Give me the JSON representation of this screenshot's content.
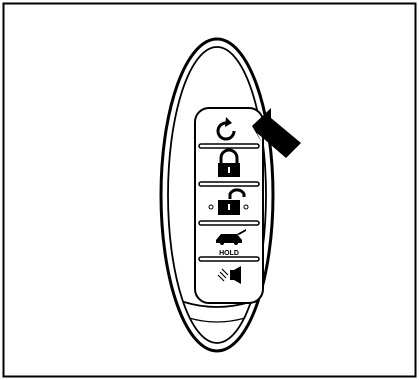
{
  "illustration": {
    "buttons": [
      {
        "name": "remote-start-button",
        "icon": "remote-start-icon"
      },
      {
        "name": "lock-button",
        "icon": "padlock-closed-icon"
      },
      {
        "name": "unlock-button",
        "icon": "padlock-open-icon"
      },
      {
        "name": "trunk-button",
        "icon": "car-trunk-icon",
        "label": "HOLD"
      },
      {
        "name": "panic-button",
        "icon": "horn-icon"
      }
    ],
    "indicator": "pointing-arrow-icon"
  }
}
